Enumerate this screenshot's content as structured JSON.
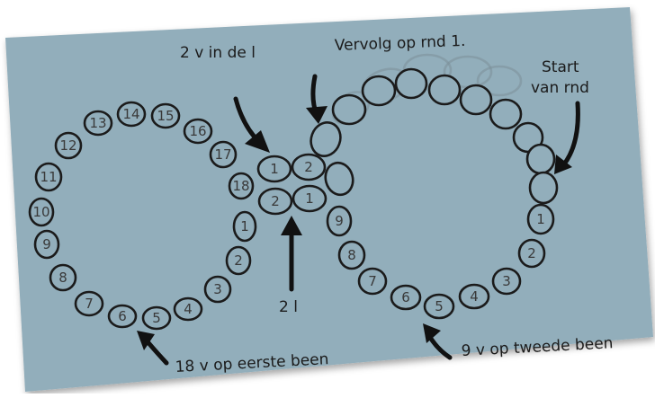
{
  "colors": {
    "card": "#92aebb",
    "outline": "#1b1b1b",
    "text": "#1b1b1b",
    "ghost": "#7c8f99"
  },
  "labels": {
    "top_left": "2 v in de l",
    "top_middle": "Vervolg op rnd 1.",
    "start_line1": "Start",
    "start_line2": "van rnd",
    "bottom_center": "2 l",
    "bottom_left": "18 v op eerste been",
    "bottom_right": "9 v op tweede been"
  },
  "left_loop_numbers": [
    "1",
    "2",
    "3",
    "4",
    "5",
    "6",
    "7",
    "8",
    "9",
    "10",
    "11",
    "12",
    "13",
    "14",
    "15",
    "16",
    "17",
    "18"
  ],
  "center_numbers": [
    "1",
    "2",
    "2",
    "1"
  ],
  "right_loop_numbers": [
    "1",
    "2",
    "3",
    "4",
    "5",
    "6",
    "7",
    "8",
    "9"
  ]
}
